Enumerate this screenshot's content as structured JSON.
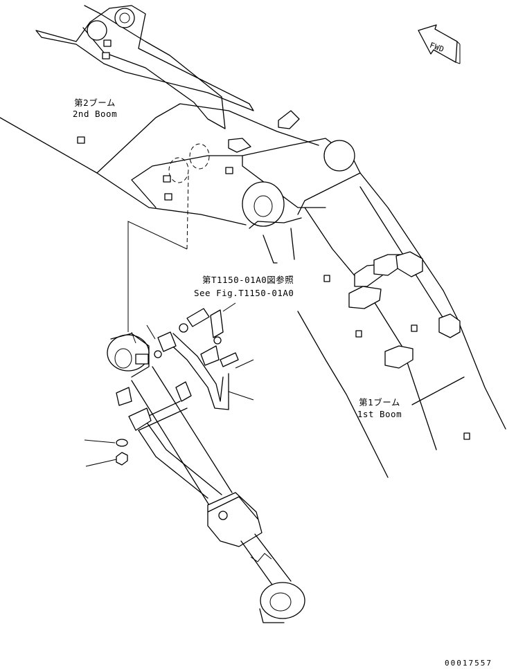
{
  "labels": {
    "boom2_jp": "第2ブーム",
    "boom2_en": "2nd Boom",
    "boom1_jp": "第1ブーム",
    "boom1_en": "1st Boom",
    "ref_jp": "第T1150-01A0図参照",
    "ref_en": "See Fig.T1150-01A0",
    "fwd": "FWD",
    "drawing_no": "00017557"
  }
}
